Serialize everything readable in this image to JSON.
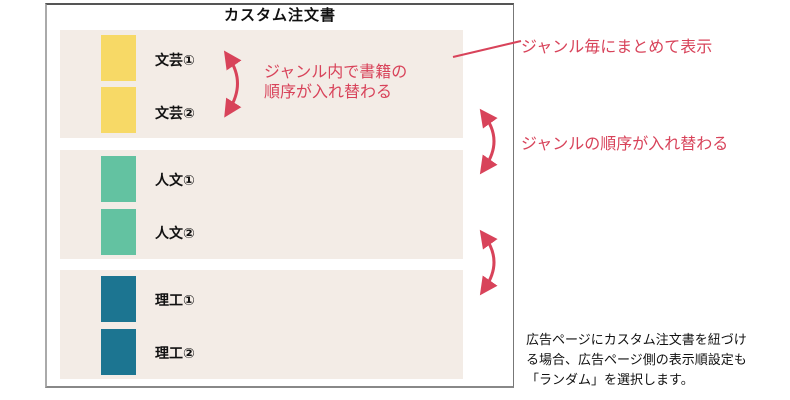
{
  "diagram": {
    "title": "カスタム注文書",
    "colors": {
      "panel_bg": "#f3ece6",
      "literature": "#f7d966",
      "humanities": "#63c2a1",
      "science": "#1c7591",
      "annotation": "#d8435a",
      "frame": "#777777"
    },
    "genres": [
      {
        "name": "文芸",
        "books": [
          {
            "label": "文芸①"
          },
          {
            "label": "文芸②"
          }
        ]
      },
      {
        "name": "人文",
        "books": [
          {
            "label": "人文①"
          },
          {
            "label": "人文②"
          }
        ]
      },
      {
        "name": "理工",
        "books": [
          {
            "label": "理工①"
          },
          {
            "label": "理工②"
          }
        ]
      }
    ],
    "annotations": {
      "within_genre_line1": "ジャンル内で書籍の",
      "within_genre_line2": "順序が入れ替わる",
      "grouped_by_genre": "ジャンル毎にまとめて表示",
      "genre_order_swap": "ジャンルの順序が入れ替わる"
    },
    "footnote": {
      "line1": "広告ページにカスタム注文書を紐づけ",
      "line2": "る場合、広告ページ側の表示順設定も",
      "line3": "「ランダム」を選択します。"
    }
  }
}
